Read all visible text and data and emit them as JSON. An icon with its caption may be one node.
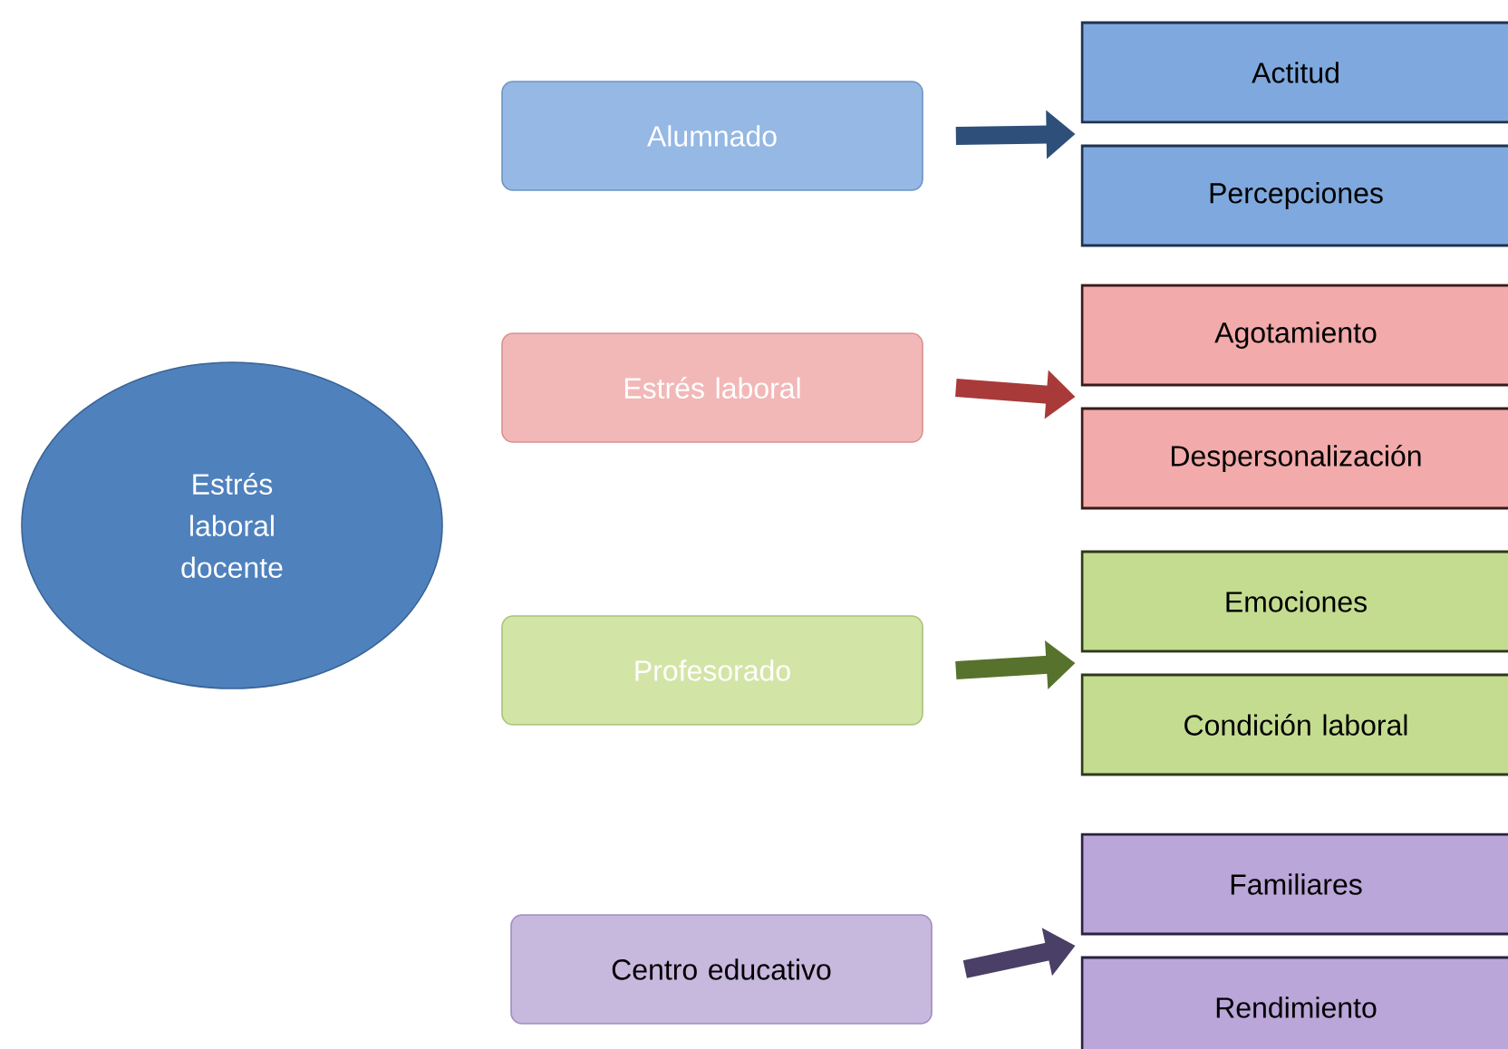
{
  "diagram": {
    "nodes": [
      {
        "text": [
          "Estrés laboral docente"
        ]
      },
      {
        "text": [
          "Alumnado"
        ]
      },
      {
        "text": [
          "Actitud"
        ]
      },
      {
        "text": [
          "Percepciones"
        ]
      },
      {
        "text": [
          "Estrés laboral"
        ]
      },
      {
        "text": [
          "Agotamiento"
        ]
      },
      {
        "text": [
          "Despersonalización"
        ]
      },
      {
        "text": [
          "Profesorado"
        ]
      },
      {
        "text": [
          "Emociones"
        ]
      },
      {
        "text": [
          "Condición laboral"
        ]
      },
      {
        "text": [
          "Centro educativo"
        ]
      },
      {
        "text": [
          "Familiares"
        ]
      },
      {
        "text": [
          "Rendimiento"
        ]
      }
    ],
    "edges": [
      {
        "from": 1,
        "to": 2,
        "arrow": "to",
        "color": "#2e4f7a"
      },
      {
        "from": 1,
        "to": 3,
        "arrow": "to",
        "color": "#2e4f7a"
      },
      {
        "from": 4,
        "to": 5,
        "arrow": "to",
        "color": "#a83a3a"
      },
      {
        "from": 4,
        "to": 6,
        "arrow": "to",
        "color": "#a83a3a"
      },
      {
        "from": 7,
        "to": 8,
        "arrow": "to",
        "color": "#56722c"
      },
      {
        "from": 7,
        "to": 9,
        "arrow": "to",
        "color": "#56722c"
      },
      {
        "from": 10,
        "to": 11,
        "arrow": "to",
        "color": "#4a3f66"
      },
      {
        "from": 10,
        "to": 12,
        "arrow": "to",
        "color": "#4a3f66"
      }
    ]
  }
}
